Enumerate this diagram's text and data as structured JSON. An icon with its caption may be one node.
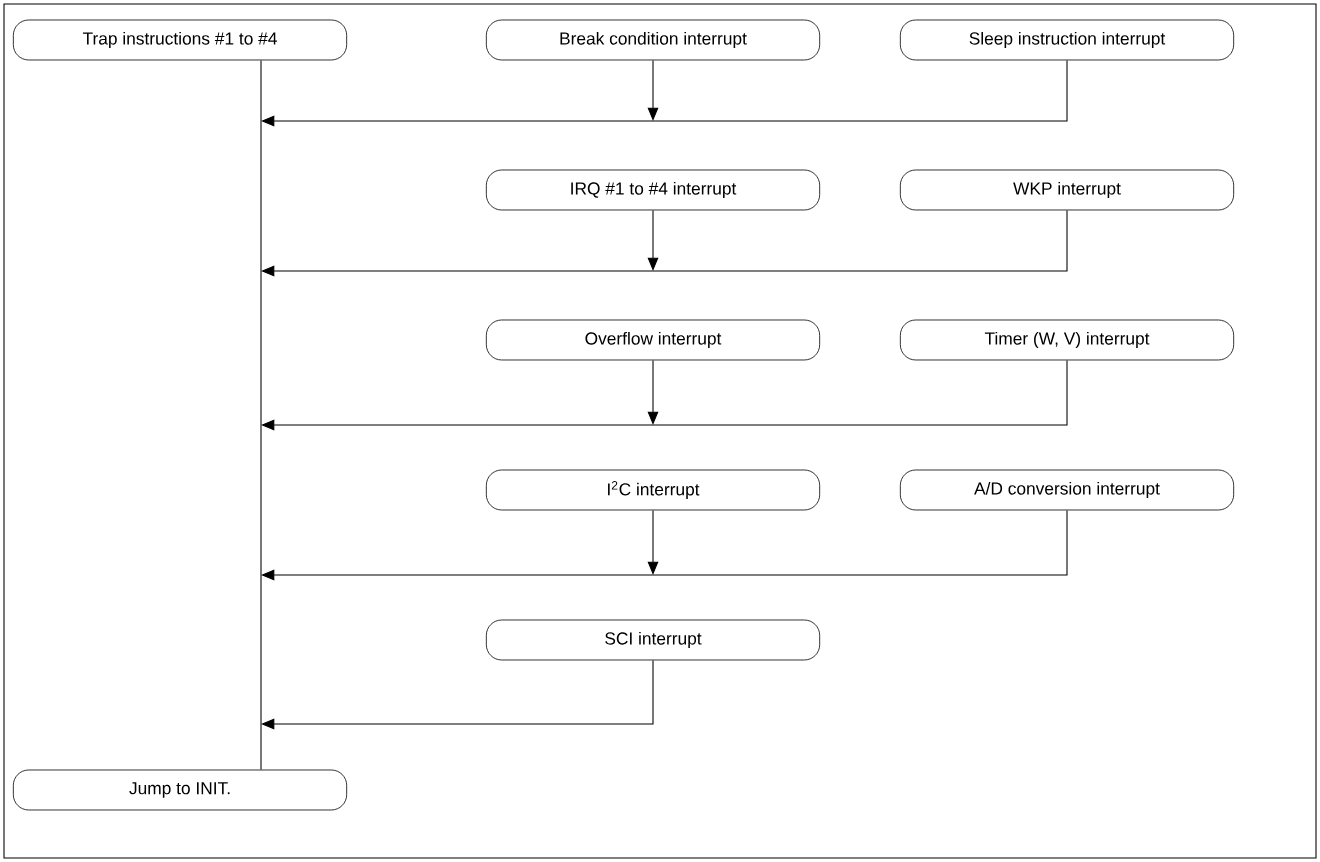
{
  "diagram": {
    "nodes": [
      {
        "text": [
          "Trap instructions #1 to #4"
        ]
      },
      {
        "text": [
          "Break condition interrupt"
        ]
      },
      {
        "text": [
          "Sleep instruction interrupt"
        ]
      },
      {
        "text": [
          "IRQ #1 to #4 interrupt"
        ]
      },
      {
        "text": [
          "WKP interrupt"
        ]
      },
      {
        "text": [
          "Overflow interrupt"
        ]
      },
      {
        "text": [
          "Timer (W, V) interrupt"
        ]
      },
      {
        "text": [
          "I$^{2}$C interrupt"
        ]
      },
      {
        "text": [
          "A/D conversion interrupt"
        ]
      },
      {
        "text": [
          "SCI interrupt"
        ]
      },
      {
        "text": [
          "Jump to INIT."
        ]
      }
    ],
    "edges": [
      {
        "from": 0,
        "to": 10,
        "arrow": "none"
      },
      {
        "from": 1,
        "to": null,
        "arrow": "to"
      },
      {
        "from": 2,
        "to": null,
        "arrow": "to"
      },
      {
        "from": 3,
        "to": null,
        "arrow": "to"
      },
      {
        "from": 4,
        "to": null,
        "arrow": "to"
      },
      {
        "from": 5,
        "to": null,
        "arrow": "to"
      },
      {
        "from": 6,
        "to": null,
        "arrow": "to"
      },
      {
        "from": 7,
        "to": null,
        "arrow": "to"
      },
      {
        "from": 8,
        "to": null,
        "arrow": "to"
      },
      {
        "from": 9,
        "to": null,
        "arrow": "to"
      }
    ]
  }
}
